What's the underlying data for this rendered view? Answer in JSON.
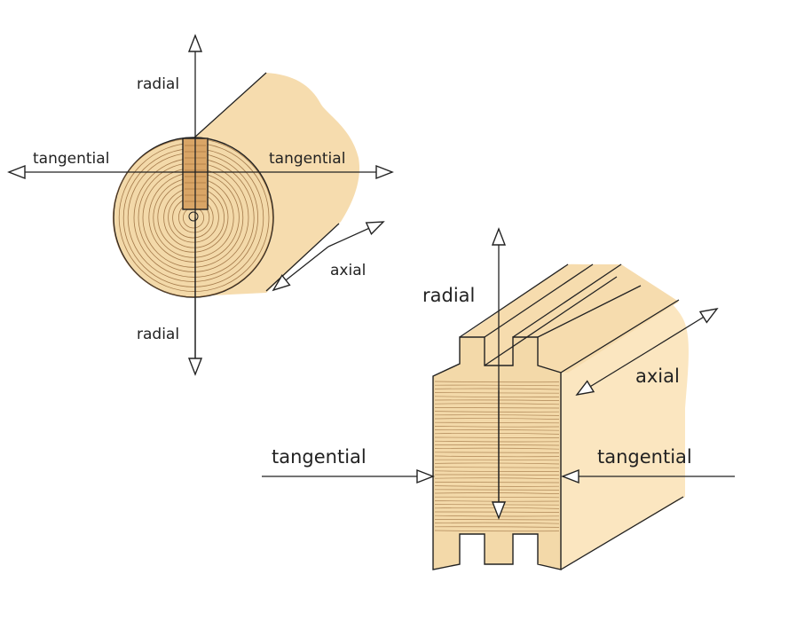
{
  "colors": {
    "wood_light": "#fbe6c0",
    "wood_mid": "#f3d9a9",
    "wood_dark": "#e8c48a",
    "heartwood": "#d9a566",
    "grain_line": "#8a5a2b",
    "outline": "#222222",
    "background": "#ffffff"
  },
  "log": {
    "label_radial_top": "radial",
    "label_radial_bottom": "radial",
    "label_tangential_left": "tangential",
    "label_tangential_right": "tangential",
    "label_axial": "axial"
  },
  "beam": {
    "label_radial": "radial",
    "label_axial": "axial",
    "label_tangential_left": "tangential",
    "label_tangential_right": "tangential"
  }
}
